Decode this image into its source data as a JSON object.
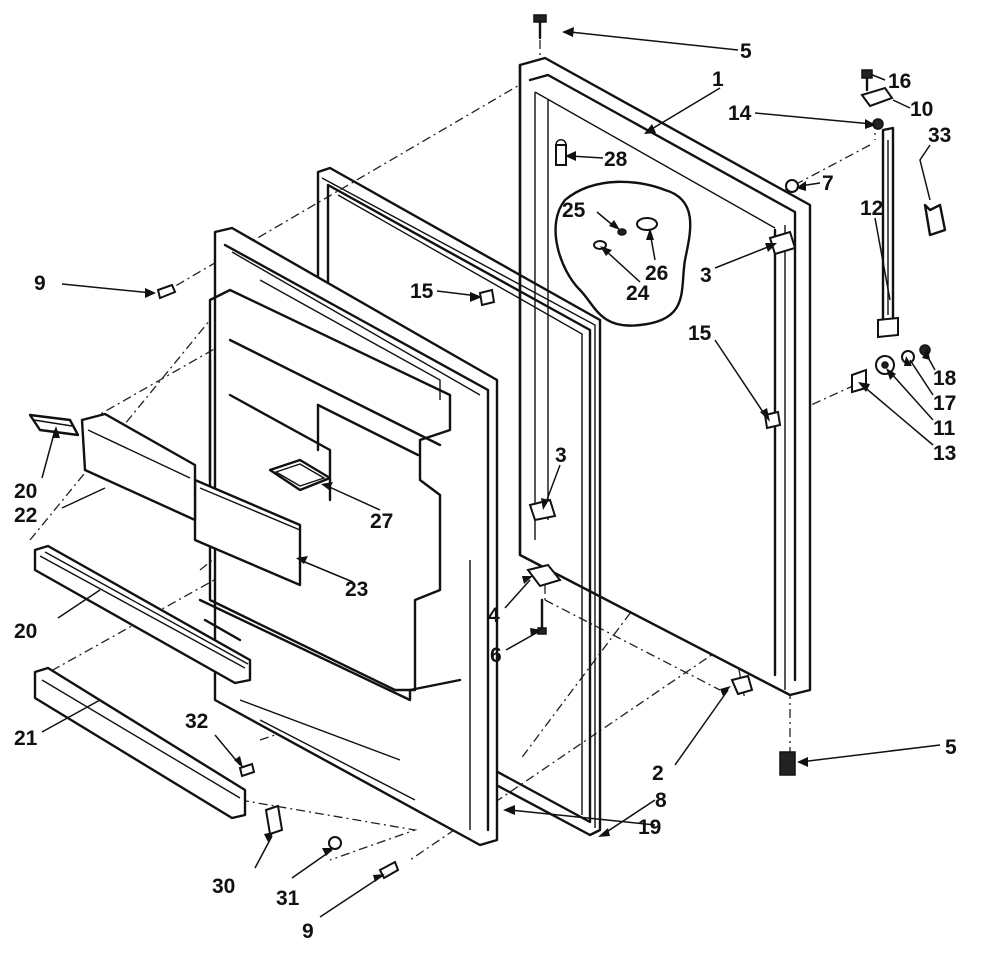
{
  "diagram": {
    "callouts": [
      "1",
      "2",
      "3",
      "3",
      "4",
      "5",
      "5",
      "6",
      "7",
      "8",
      "9",
      "9",
      "10",
      "11",
      "12",
      "13",
      "14",
      "15",
      "15",
      "16",
      "17",
      "18",
      "19",
      "20",
      "20",
      "21",
      "22",
      "23",
      "24",
      "25",
      "26",
      "27",
      "28",
      "30",
      "31",
      "32",
      "33"
    ]
  }
}
